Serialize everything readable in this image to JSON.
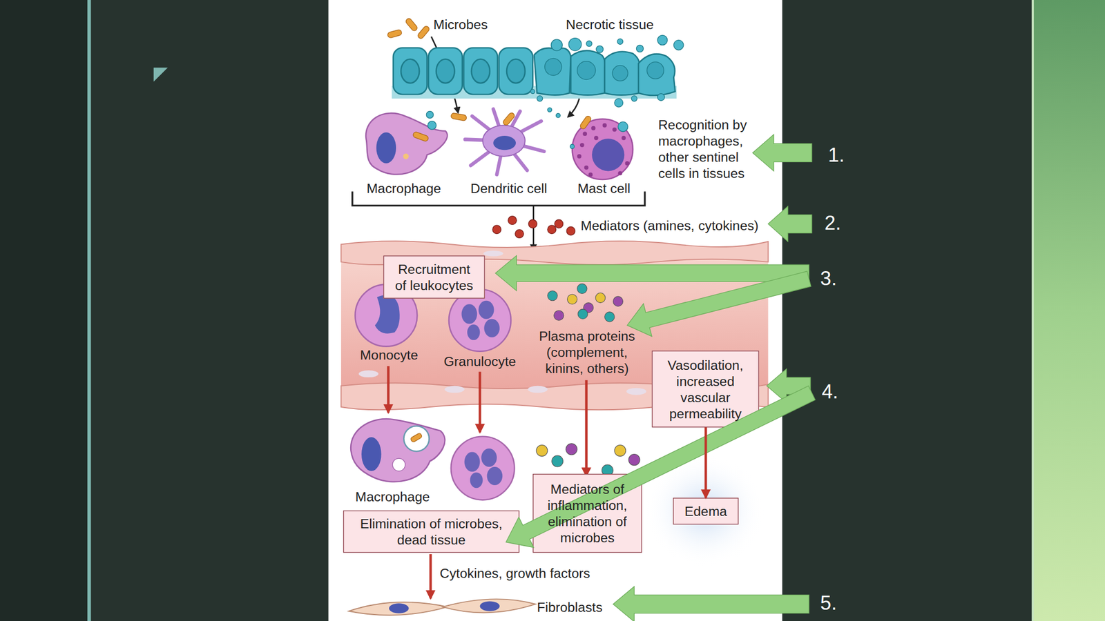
{
  "diagram": {
    "nodes": [
      {
        "text": [
          "Recruitment of leukocytes"
        ]
      },
      {
        "text": [
          "Vasodilation, increased vascular permeability"
        ]
      },
      {
        "text": [
          "Mediators of inflammation, elimination of microbes"
        ]
      },
      {
        "text": [
          "Edema"
        ]
      },
      {
        "text": [
          "Elimination of microbes, dead tissue"
        ]
      }
    ],
    "edges": [
      {
        "from": 1,
        "to": 3,
        "arrow": "to"
      }
    ],
    "labels": [
      "Microbes",
      "Necrotic tissue",
      "Macrophage",
      "Dendritic cell",
      "Mast cell",
      "Recognition by macrophages, other sentinel cells in tissues",
      "1.",
      "Mediators (amines, cytokines)",
      "2.",
      "3.",
      "Monocyte",
      "Granulocyte",
      "Plasma proteins (complement, kinins, others)",
      "4.",
      "Macrophage",
      "Cytokines, growth factors",
      "Fibroblasts",
      "5."
    ]
  }
}
